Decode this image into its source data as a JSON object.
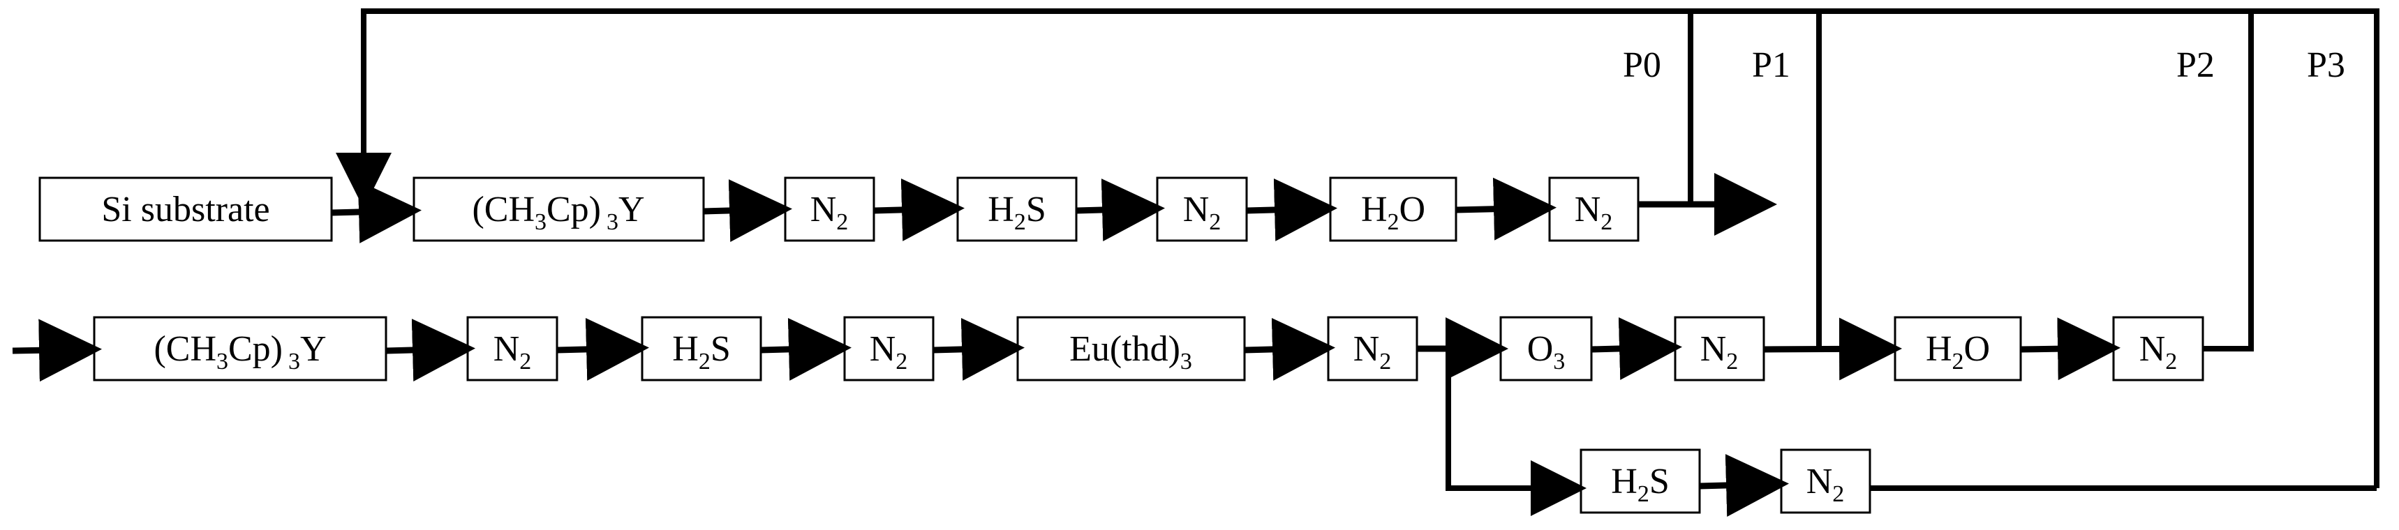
{
  "diagram": {
    "row1": [
      {
        "main": "Si substrate"
      },
      {
        "main": "(CH",
        "sub": "3",
        "rest": "Cp)",
        "sub2": "3",
        "rest2": "Y"
      },
      {
        "main": "N",
        "sub": "2"
      },
      {
        "main": "H",
        "sub": "2",
        "rest": "S"
      },
      {
        "main": "N",
        "sub": "2"
      },
      {
        "main": "H",
        "sub": "2",
        "rest": "O"
      },
      {
        "main": "N",
        "sub": "2"
      }
    ],
    "row2": [
      {
        "main": "(CH",
        "sub": "3",
        "rest": "Cp)",
        "sub2": "3",
        "rest2": "Y"
      },
      {
        "main": "N",
        "sub": "2"
      },
      {
        "main": "H",
        "sub": "2",
        "rest": "S"
      },
      {
        "main": "N",
        "sub": "2"
      },
      {
        "main": "Eu(thd)",
        "sub": "3"
      },
      {
        "main": "N",
        "sub": "2"
      },
      {
        "main": "O",
        "sub": "3"
      },
      {
        "main": "N",
        "sub": "2"
      },
      {
        "main": "H",
        "sub": "2",
        "rest": "O"
      },
      {
        "main": "N",
        "sub": "2"
      }
    ],
    "row3": [
      {
        "main": "H",
        "sub": "2",
        "rest": "S"
      },
      {
        "main": "N",
        "sub": "2"
      }
    ],
    "paths": [
      "P0",
      "P1",
      "P2",
      "P3"
    ]
  }
}
